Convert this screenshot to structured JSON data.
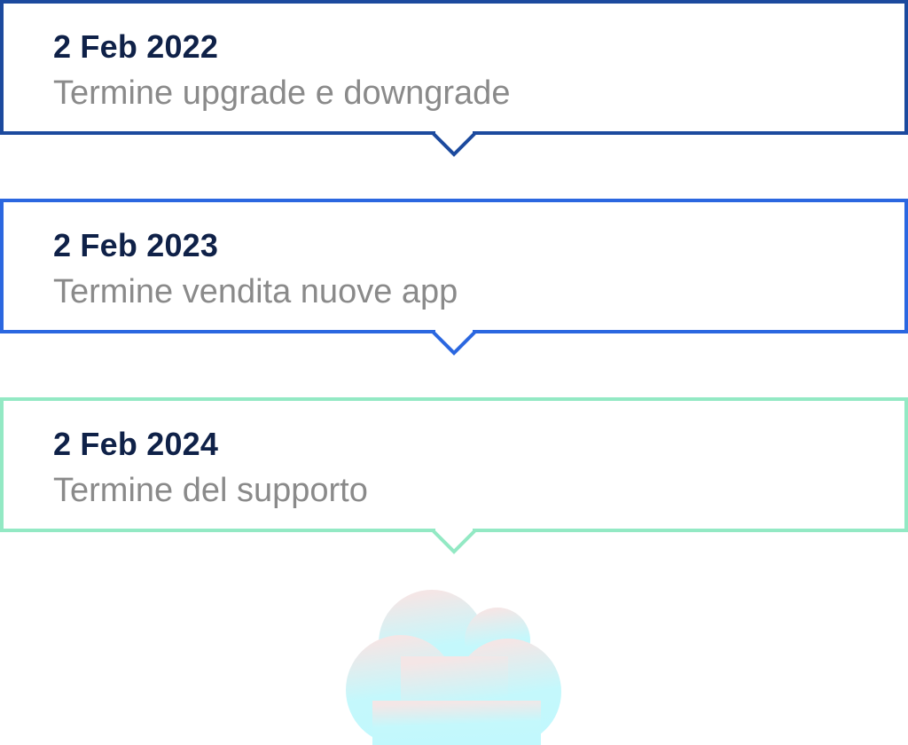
{
  "timeline": [
    {
      "date": "2 Feb 2022",
      "description": "Termine upgrade e downgrade",
      "color": "#1c4a9e"
    },
    {
      "date": "2 Feb 2023",
      "description": "Termine vendita nuove app",
      "color": "#2b67e0"
    },
    {
      "date": "2 Feb 2024",
      "description": "Termine del supporto",
      "color": "#93e9c4"
    }
  ],
  "icons": {
    "cloud": "cloud-icon"
  }
}
